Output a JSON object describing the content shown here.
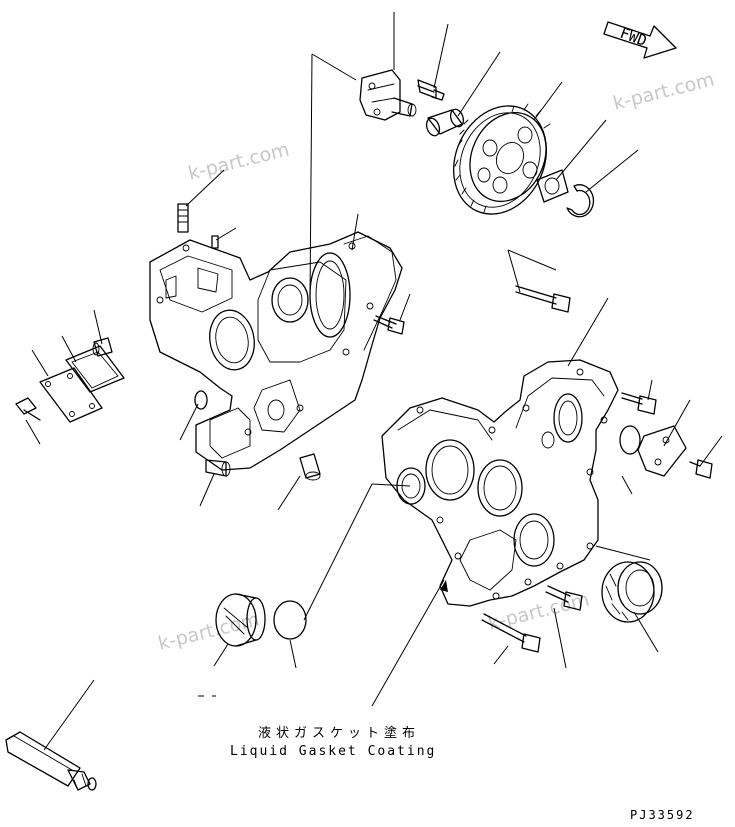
{
  "drawing": {
    "forward_label": "FWD",
    "watermark": "k-part.com",
    "note_japanese": "液状ガスケット塗布",
    "note_english": "Liquid Gasket Coating",
    "drawing_code": "PJ33592"
  }
}
